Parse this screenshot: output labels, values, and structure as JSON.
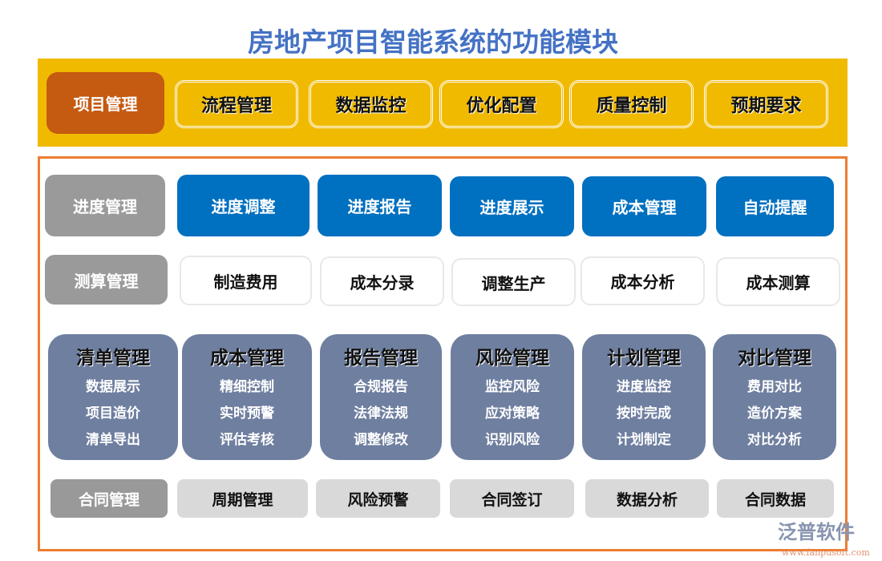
{
  "title": "房地产项目智能系统的功能模块",
  "top": {
    "main": "项目管理",
    "items": [
      "流程管理",
      "数据监控",
      "优化配置",
      "质量控制",
      "预期要求"
    ]
  },
  "row1": {
    "head": "进度管理",
    "items": [
      "进度调整",
      "进度报告",
      "进度展示",
      "成本管理",
      "自动提醒"
    ]
  },
  "row2": {
    "head": "测算管理",
    "items": [
      "制造费用",
      "成本分录",
      "调整生产",
      "成本分析",
      "成本测算"
    ]
  },
  "row3": [
    {
      "title": "清单管理",
      "items": [
        "数据展示",
        "项目造价",
        "清单导出"
      ]
    },
    {
      "title": "成本管理",
      "items": [
        "精细控制",
        "实时预警",
        "评估考核"
      ]
    },
    {
      "title": "报告管理",
      "items": [
        "合规报告",
        "法律法规",
        "调整修改"
      ]
    },
    {
      "title": "风险管理",
      "items": [
        "监控风险",
        "应对策略",
        "识别风险"
      ]
    },
    {
      "title": "计划管理",
      "items": [
        "进度监控",
        "按时完成",
        "计划制定"
      ]
    },
    {
      "title": "对比管理",
      "items": [
        "费用对比",
        "造价方案",
        "对比分析"
      ]
    }
  ],
  "row4": {
    "head": "合同管理",
    "items": [
      "周期管理",
      "风险预警",
      "合同签订",
      "数据分析",
      "合同数据"
    ]
  },
  "watermark": {
    "name": "泛普软件",
    "url": "www.fanpusoft.com"
  },
  "colors": {
    "title": "#4472C4",
    "band": "#F0BA00",
    "primary": "#C55A11",
    "frame": "#ED7D31",
    "blue": "#0070C0",
    "slate": "#6F7FA0"
  }
}
